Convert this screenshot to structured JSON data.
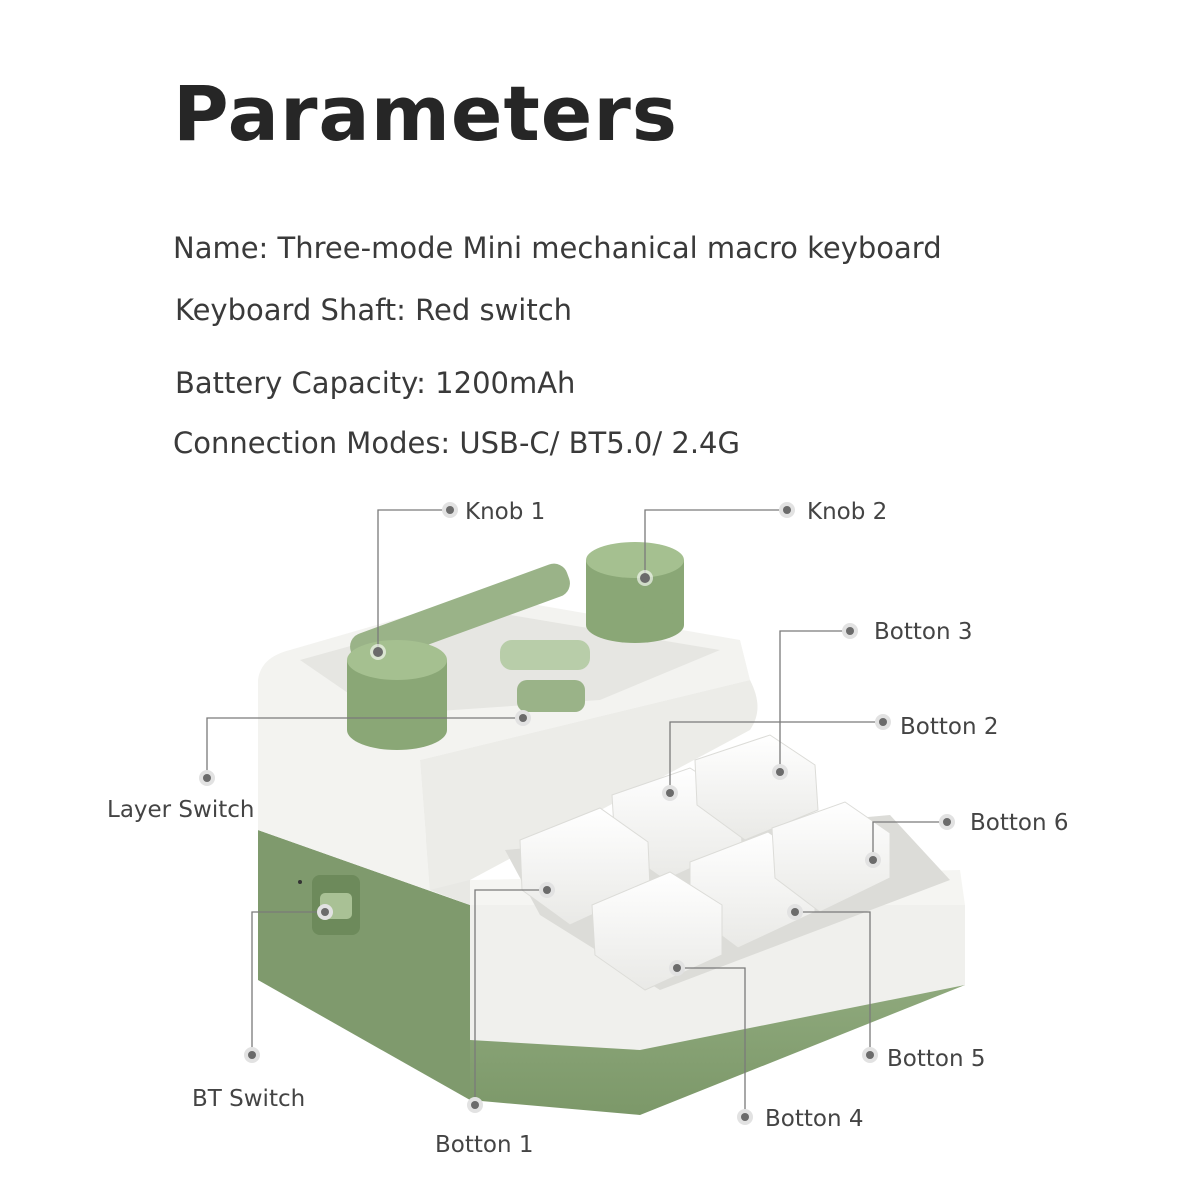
{
  "title": "Parameters",
  "specs": {
    "name": "Name: Three-mode Mini mechanical macro keyboard",
    "shaft": "Keyboard Shaft: Red switch",
    "battery": "Battery Capacity: 1200mAh",
    "connection": "Connection Modes: USB-C/ BT5.0/ 2.4G"
  },
  "callouts": {
    "knob1": "Knob 1",
    "knob2": "Knob 2",
    "button3": "Botton 3",
    "button2": "Botton 2",
    "layer_switch": "Layer Switch",
    "button6": "Botton 6",
    "bt_switch": "BT Switch",
    "button5": "Botton 5",
    "button4": "Botton 4",
    "button1": "Botton 1"
  },
  "colors": {
    "body_white": "#f1f1ee",
    "body_green": "#8da77a",
    "knob_green": "#96b482",
    "keycap": "#fbfbfb",
    "leader": "#7a7a7a"
  }
}
